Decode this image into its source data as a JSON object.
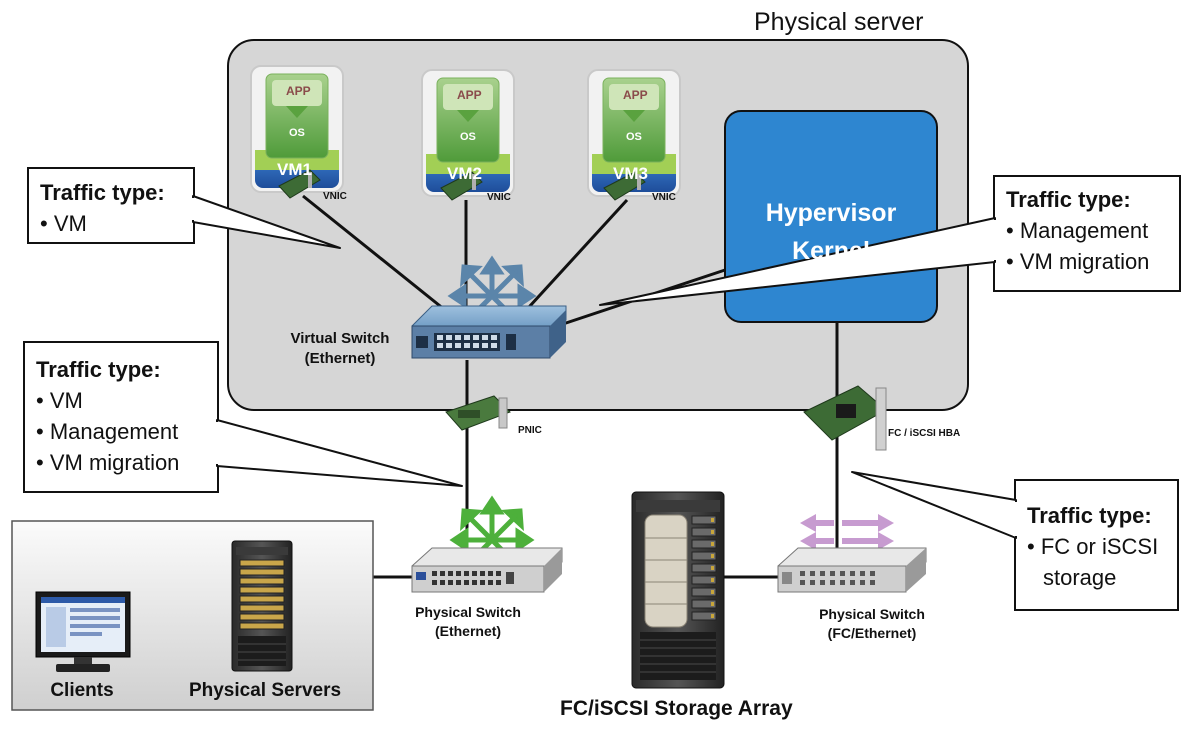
{
  "server": {
    "title": "Physical server"
  },
  "vms": [
    {
      "app": "APP",
      "os": "OS",
      "name": "VM1",
      "nic": "VNIC"
    },
    {
      "app": "APP",
      "os": "OS",
      "name": "VM2",
      "nic": "VNIC"
    },
    {
      "app": "APP",
      "os": "OS",
      "name": "VM3",
      "nic": "VNIC"
    }
  ],
  "hypervisor": {
    "line1": "Hypervisor",
    "line2": "Kernel"
  },
  "virtual_switch": {
    "line1": "Virtual Switch",
    "line2": "(Ethernet)"
  },
  "pnic": "PNIC",
  "hba": "FC / iSCSI HBA",
  "physical_switch_eth": {
    "line1": "Physical Switch",
    "line2": "(Ethernet)"
  },
  "physical_switch_fc": {
    "line1": "Physical Switch",
    "line2": "(FC/Ethernet)"
  },
  "storage": {
    "label": "FC/iSCSI Storage Array"
  },
  "clients_box": {
    "clients": "Clients",
    "servers": "Physical Servers"
  },
  "callouts": [
    {
      "title": "Traffic type:",
      "items": [
        "VM"
      ]
    },
    {
      "title": "Traffic type:",
      "items": [
        "Management",
        "VM migration"
      ]
    },
    {
      "title": "Traffic type:",
      "items": [
        "VM",
        "Management",
        "VM migration"
      ]
    },
    {
      "title": "Traffic type:",
      "items": [
        "FC or iSCSI",
        "storage"
      ]
    }
  ],
  "colors": {
    "server_fill": "#d6d6d6",
    "hypervisor_fill": "#2e86d0",
    "eth_arrows": "#4db03b",
    "vswitch_arrows": "#5b85aa",
    "fc_arrows": "#c79bd0"
  }
}
